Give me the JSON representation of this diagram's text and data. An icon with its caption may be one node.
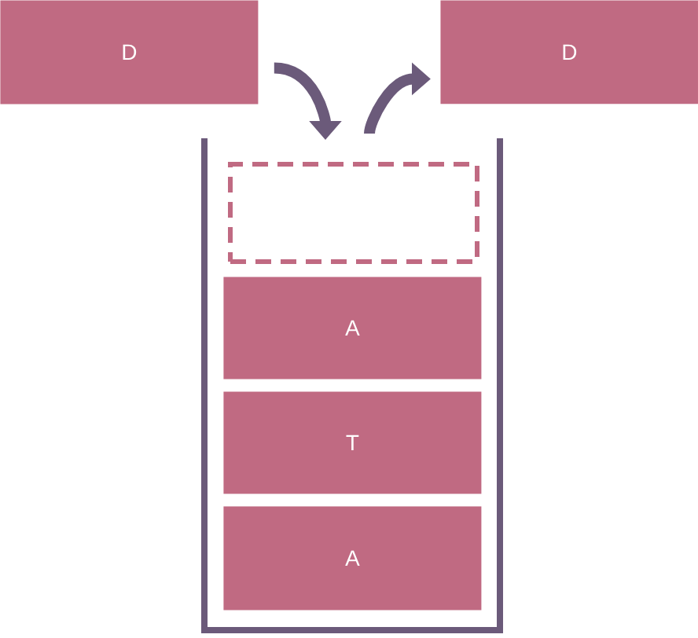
{
  "diagram": {
    "nodes": [
      {
        "text": [
          "D"
        ]
      },
      {
        "text": [
          "D"
        ]
      },
      {
        "text": [],
        "shape": "box"
      },
      {
        "text": [
          "A"
        ]
      },
      {
        "text": [
          "T"
        ]
      },
      {
        "text": [
          "A"
        ]
      }
    ],
    "edges": [
      {
        "from": 0,
        "to": 2,
        "arrow": "to"
      },
      {
        "from": 2,
        "to": 1,
        "arrow": "to"
      }
    ]
  }
}
